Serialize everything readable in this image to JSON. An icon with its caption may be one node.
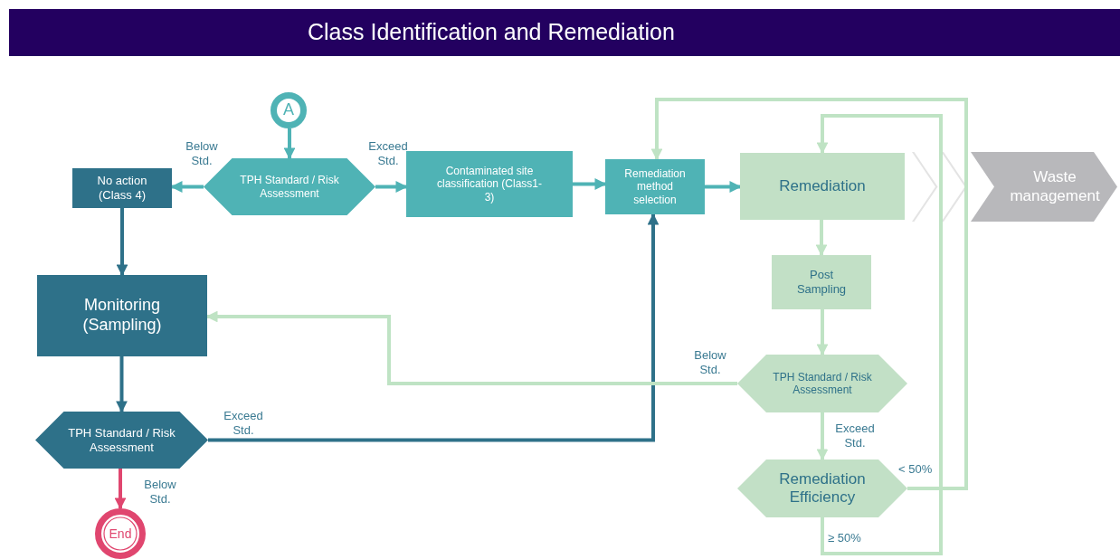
{
  "diagram": {
    "title": "Class Identification and Remediation",
    "nodes": [
      {
        "text": [
          "A"
        ]
      },
      {
        "text": [
          "TPH Standard / Risk Assessment"
        ]
      },
      {
        "text": [
          "No action (Class 4)"
        ]
      },
      {
        "text": [
          "Contaminated site classification (Class1-3)"
        ]
      },
      {
        "text": [
          "Remediation method selection"
        ]
      },
      {
        "text": [
          "Remediation"
        ]
      },
      {
        "text": [
          "Waste management"
        ]
      },
      {
        "text": [
          "Monitoring (Sampling)"
        ]
      },
      {
        "text": [
          "Post Sampling"
        ]
      },
      {
        "text": [
          "TPH Standard / Risk Assessment"
        ]
      },
      {
        "text": [
          "TPH Standard / Risk Assessment"
        ]
      },
      {
        "text": [
          "Remediation Efficiency"
        ]
      },
      {
        "text": [
          "End"
        ]
      }
    ],
    "edges": [
      {
        "from": 0,
        "to": 1,
        "arrow": "to",
        "color": "#4fb3b5"
      },
      {
        "from": 1,
        "to": 2,
        "arrow": "to",
        "label": "Below Std.",
        "color": "#4fb3b5"
      },
      {
        "from": 1,
        "to": 3,
        "arrow": "to",
        "label": "Exceed Std.",
        "color": "#4fb3b5"
      },
      {
        "from": 3,
        "to": 4,
        "arrow": "to",
        "color": "#4fb3b5"
      },
      {
        "from": 4,
        "to": 5,
        "arrow": "to",
        "color": "#4fb3b5"
      },
      {
        "from": 5,
        "to": 6,
        "arrow": "to",
        "color": "#e4e4e4"
      },
      {
        "from": 2,
        "to": 7,
        "arrow": "to",
        "color": "#2e7189"
      },
      {
        "from": 7,
        "to": 10,
        "arrow": "to",
        "color": "#2e7189"
      },
      {
        "from": 10,
        "to": 4,
        "arrow": "to",
        "label": "Exceed Std.",
        "color": "#2e7189"
      },
      {
        "from": 10,
        "to": 12,
        "arrow": "to",
        "label": "Below Std.",
        "color": "#e0466f"
      },
      {
        "from": 5,
        "to": 8,
        "arrow": "to"
      },
      {
        "from": 8,
        "to": 9,
        "arrow": "to"
      },
      {
        "from": 9,
        "to": 7,
        "arrow": "to",
        "label": "Below Std."
      },
      {
        "from": 9,
        "to": 11,
        "arrow": "to",
        "label": "Exceed Std."
      },
      {
        "from": 11,
        "to": 4,
        "arrow": "to",
        "label": "< 50%"
      },
      {
        "from": 11,
        "to": 5,
        "arrow": "to",
        "label": "≥ 50%"
      }
    ]
  }
}
